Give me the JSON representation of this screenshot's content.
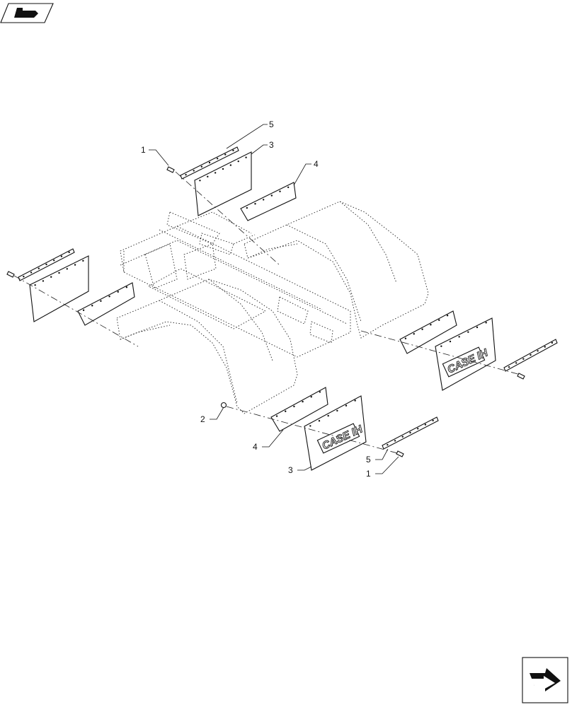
{
  "callouts": [
    {
      "id": "c1",
      "label": "5"
    },
    {
      "id": "c2",
      "label": "1"
    },
    {
      "id": "c3",
      "label": "3"
    },
    {
      "id": "c4",
      "label": "4"
    },
    {
      "id": "c5",
      "label": "2"
    },
    {
      "id": "c6",
      "label": "4"
    },
    {
      "id": "c7",
      "label": "3"
    },
    {
      "id": "c8",
      "label": "5"
    },
    {
      "id": "c9",
      "label": "1"
    }
  ],
  "logo": "CASE IH",
  "icons": {
    "top_left": "view-direction-icon",
    "bottom_right": "next-page-arrow-icon"
  }
}
